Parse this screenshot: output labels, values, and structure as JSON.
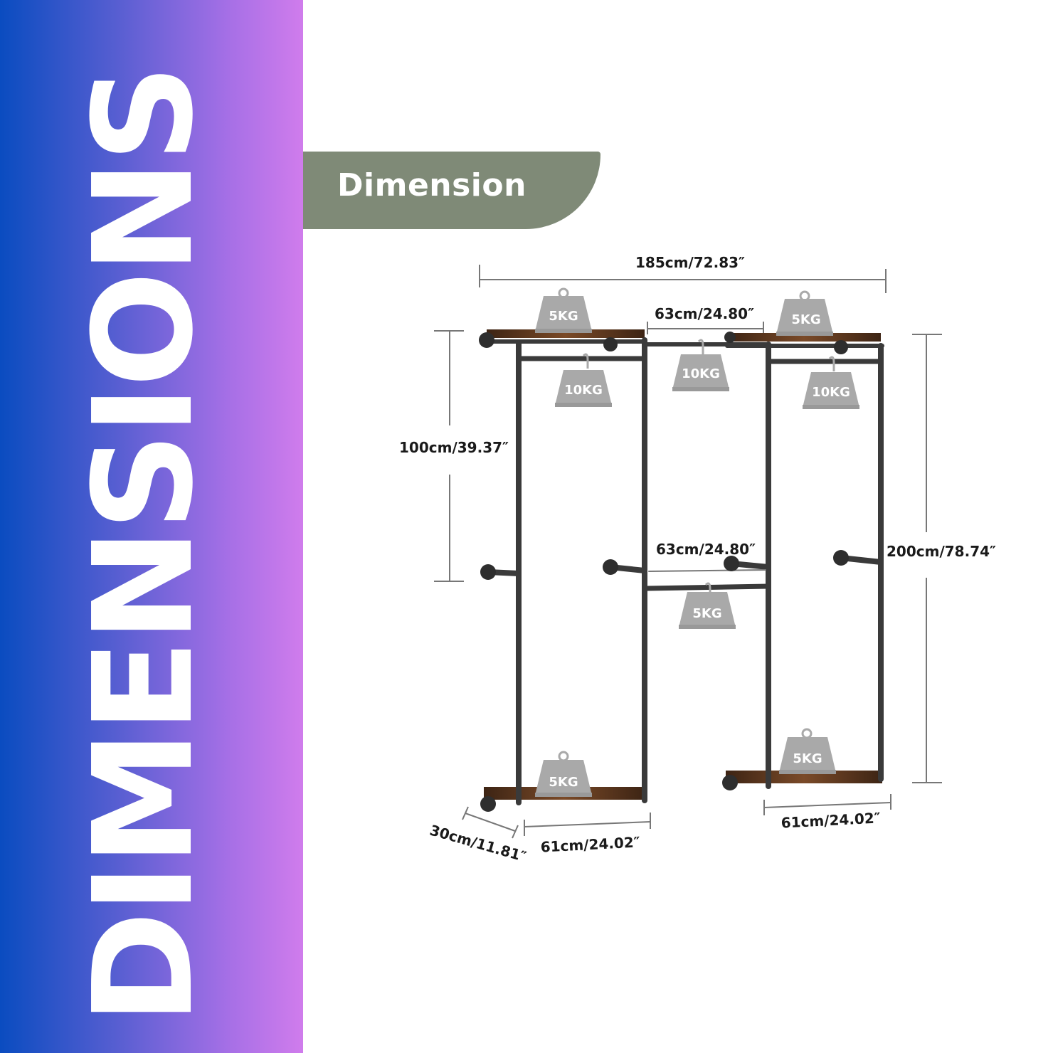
{
  "banner": {
    "title": "DIMENSIONS"
  },
  "header": {
    "tab_label": "Dimension"
  },
  "dimensions": {
    "overall_width": "185cm/72.83″",
    "center_top_width": "63cm/24.80″",
    "center_mid_width": "63cm/24.80″",
    "upper_height": "100cm/39.37″",
    "total_height": "200cm/78.74″",
    "depth": "30cm/11.81″",
    "left_shelf_width": "61cm/24.02″",
    "right_shelf_width": "61cm/24.02″"
  },
  "weights": {
    "top_left_shelf": "5KG",
    "top_right_shelf": "5KG",
    "left_rod": "10KG",
    "center_top_rod": "10KG",
    "right_rod": "10KG",
    "center_mid_rod": "5KG",
    "bottom_left_shelf": "5KG",
    "bottom_right_shelf": "5KG"
  },
  "colors": {
    "banner_start": "#0a4cc0",
    "banner_end": "#d07cec",
    "tab": "#7f8a77",
    "pipe": "#3a3a3a",
    "wood": "#6b3f22",
    "weight": "#a9a9a9"
  }
}
